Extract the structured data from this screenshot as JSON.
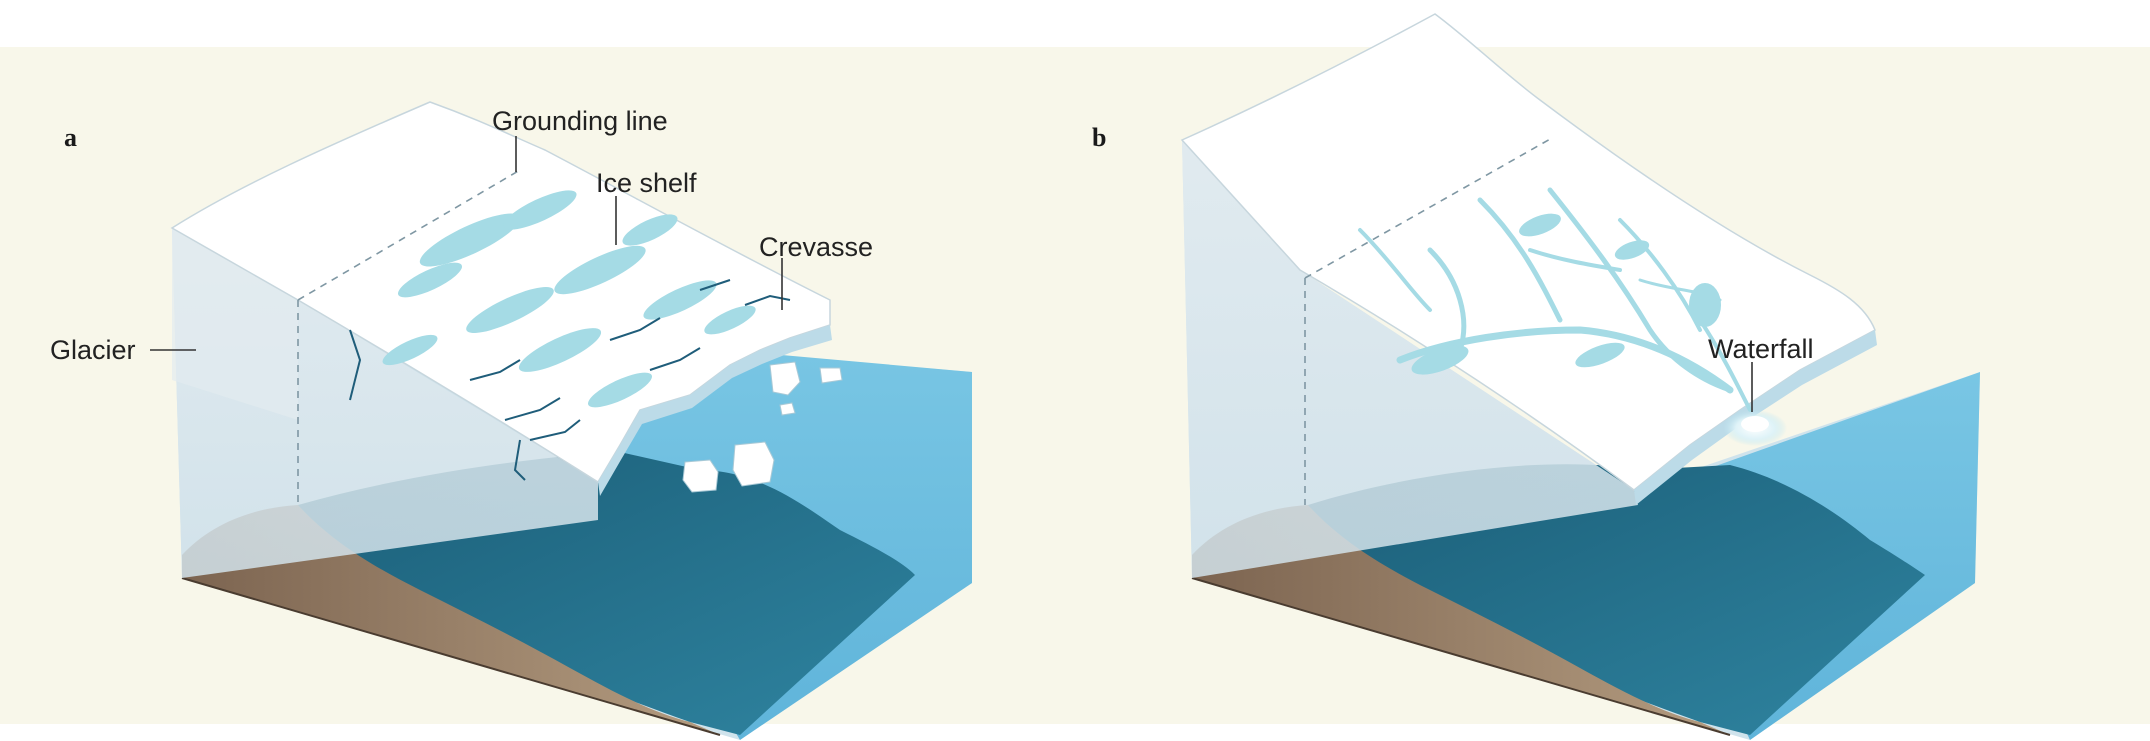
{
  "colors": {
    "background_band": "#f8f7ea",
    "ice_top": "#ffffff",
    "ice_side": "#dde7ec",
    "meltwater": "#a5dbe5",
    "ocean_deep": "#236f88",
    "ocean_face": "#6fc0e0",
    "bedrock": "#8d7460",
    "crevasse": "#1f5d7a"
  },
  "panel_a": {
    "label": "a",
    "labels": {
      "grounding_line": "Grounding line",
      "ice_shelf": "Ice shelf",
      "crevasse": "Crevasse",
      "glacier": "Glacier"
    }
  },
  "panel_b": {
    "label": "b",
    "labels": {
      "waterfall": "Waterfall"
    }
  }
}
